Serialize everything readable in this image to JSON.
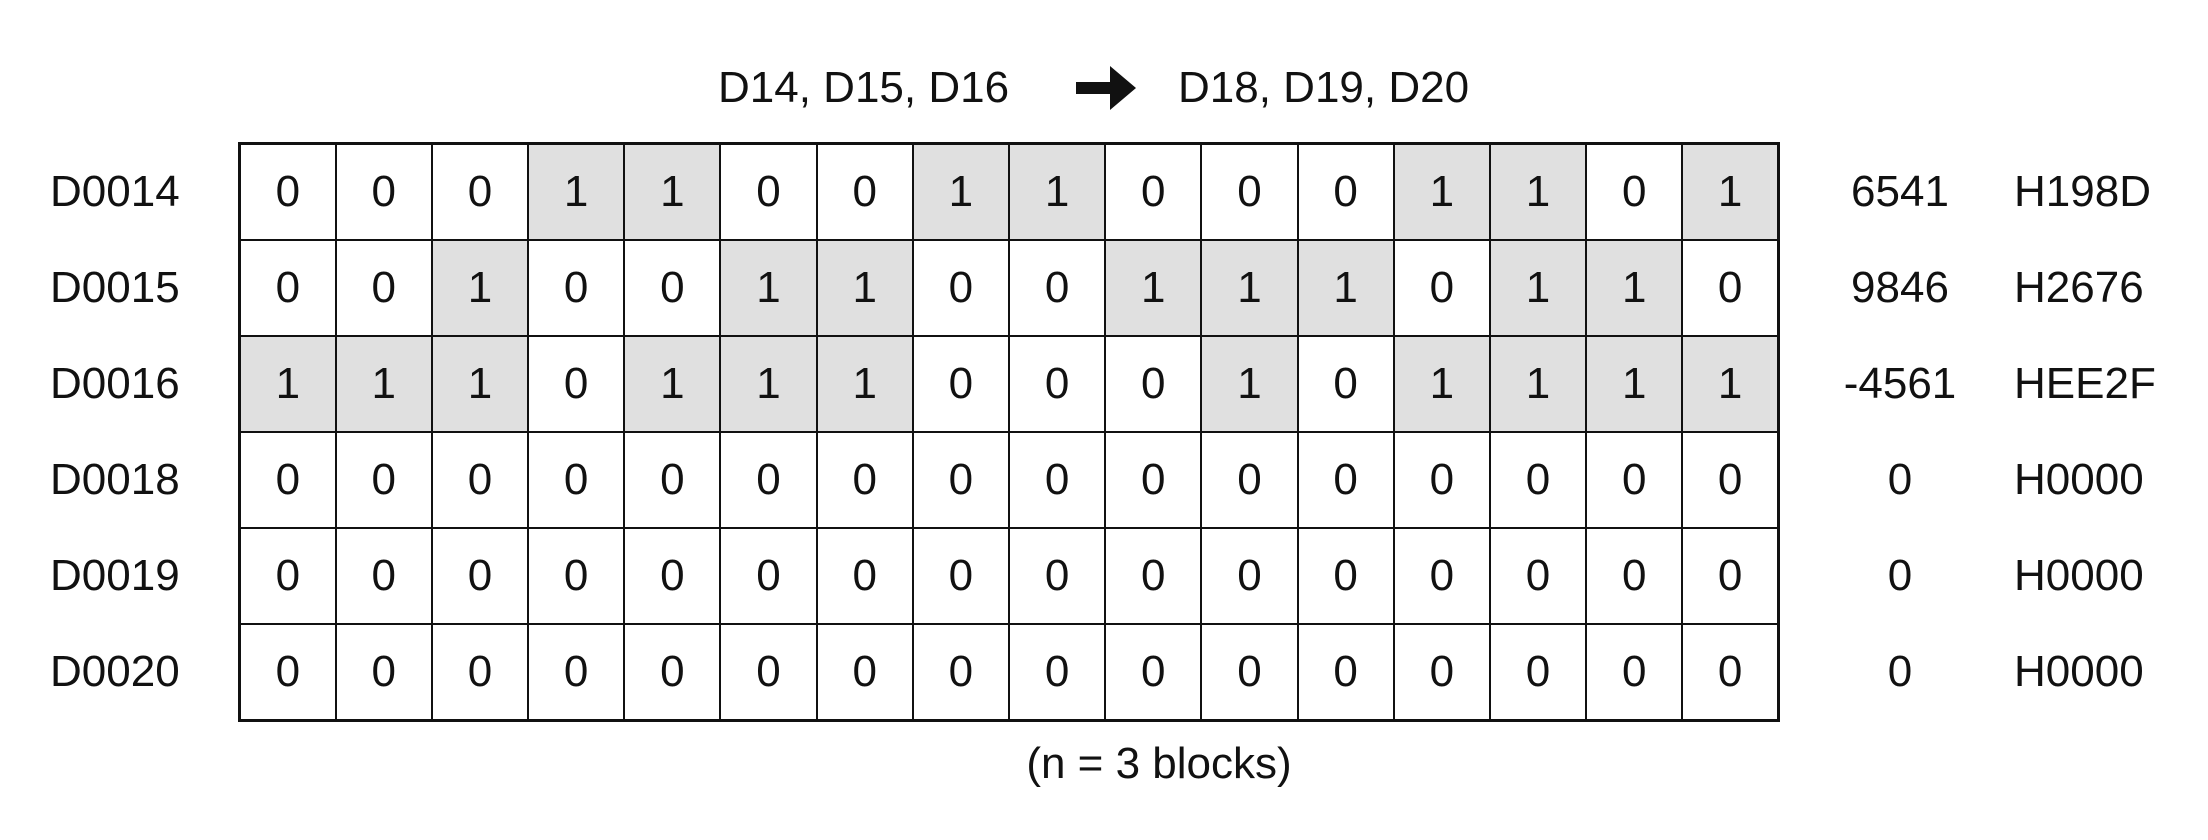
{
  "header": {
    "source": "D14, D15, D16",
    "destination": "D18, D19, D20",
    "arrow_icon": "arrow-right-icon"
  },
  "colors": {
    "highlight": "#e0e0e0",
    "plain": "#ffffff",
    "border": "#111111"
  },
  "rows": [
    {
      "label": "D0014",
      "bits": [
        0,
        0,
        0,
        1,
        1,
        0,
        0,
        1,
        1,
        0,
        0,
        0,
        1,
        1,
        0,
        1
      ],
      "decimal": "6541",
      "hex": "H198D"
    },
    {
      "label": "D0015",
      "bits": [
        0,
        0,
        1,
        0,
        0,
        1,
        1,
        0,
        0,
        1,
        1,
        1,
        0,
        1,
        1,
        0
      ],
      "decimal": "9846",
      "hex": "H2676"
    },
    {
      "label": "D0016",
      "bits": [
        1,
        1,
        1,
        0,
        1,
        1,
        1,
        0,
        0,
        0,
        1,
        0,
        1,
        1,
        1,
        1
      ],
      "decimal": "-4561",
      "hex": "HEE2F"
    },
    {
      "label": "D0018",
      "bits": [
        0,
        0,
        0,
        0,
        0,
        0,
        0,
        0,
        0,
        0,
        0,
        0,
        0,
        0,
        0,
        0
      ],
      "decimal": "0",
      "hex": "H0000"
    },
    {
      "label": "D0019",
      "bits": [
        0,
        0,
        0,
        0,
        0,
        0,
        0,
        0,
        0,
        0,
        0,
        0,
        0,
        0,
        0,
        0
      ],
      "decimal": "0",
      "hex": "H0000"
    },
    {
      "label": "D0020",
      "bits": [
        0,
        0,
        0,
        0,
        0,
        0,
        0,
        0,
        0,
        0,
        0,
        0,
        0,
        0,
        0,
        0
      ],
      "decimal": "0",
      "hex": "H0000"
    }
  ],
  "footnote": "(n = 3 blocks)"
}
